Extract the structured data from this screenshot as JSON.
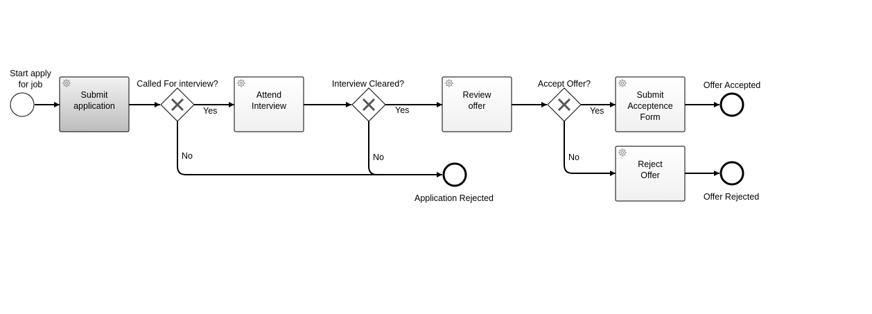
{
  "diagram": {
    "start_event": {
      "label_line1": "Start apply",
      "label_line2": "for job"
    },
    "tasks": {
      "submit_application": {
        "line1": "Submit",
        "line2": "application",
        "fill": "#d9d9d9"
      },
      "attend_interview": {
        "line1": "Attend",
        "line2": "Interview"
      },
      "review_offer": {
        "line1": "Review",
        "line2": "offer"
      },
      "submit_acceptence": {
        "line1": "Submit",
        "line2": "Acceptence",
        "line3": "Form"
      },
      "reject_offer": {
        "line1": "Reject",
        "line2": "Offer"
      }
    },
    "gateways": {
      "called_for_interview": {
        "question": "Called For interview?",
        "yes": "Yes",
        "no": "No"
      },
      "interview_cleared": {
        "question": "Interview Cleared?",
        "yes": "Yes",
        "no": "No"
      },
      "accept_offer": {
        "question": "Accept Offer?",
        "yes": "Yes",
        "no": "No"
      }
    },
    "end_events": {
      "application_rejected": "Application Rejected",
      "offer_accepted": "Offer Accepted",
      "offer_rejected": "Offer Rejected"
    }
  }
}
